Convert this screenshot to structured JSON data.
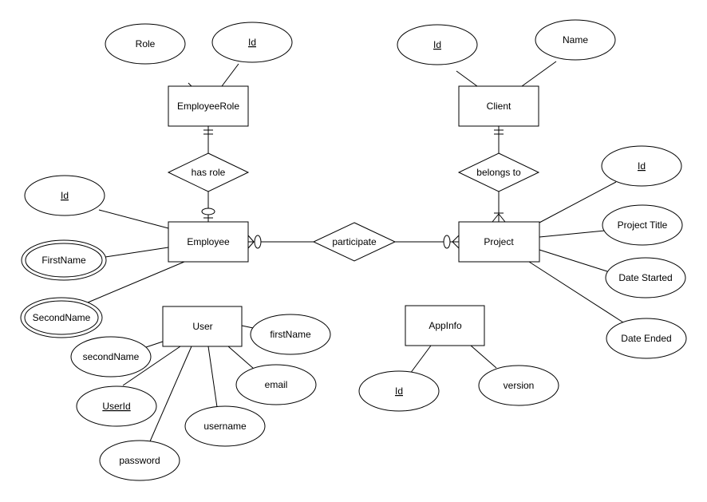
{
  "entities": {
    "employee_role": "EmployeeRole",
    "client": "Client",
    "employee": "Employee",
    "project": "Project",
    "user": "User",
    "app_info": "AppInfo"
  },
  "relationships": {
    "has_role": "has role",
    "belongs_to": "belongs to",
    "participate": "participate"
  },
  "attributes": {
    "employee_role_role": "Role",
    "employee_role_id": "Id",
    "client_id": "Id",
    "client_name": "Name",
    "employee_id": "Id",
    "employee_first_name": "FirstName",
    "employee_second_name": "SecondName",
    "project_id": "Id",
    "project_title": "Project Title",
    "project_date_started": "Date Started",
    "project_date_ended": "Date Ended",
    "user_second_name": "secondName",
    "user_first_name": "firstName",
    "user_email": "email",
    "user_user_id": "UserId",
    "user_username": "username",
    "user_password": "password",
    "app_info_id": "Id",
    "app_info_version": "version"
  }
}
